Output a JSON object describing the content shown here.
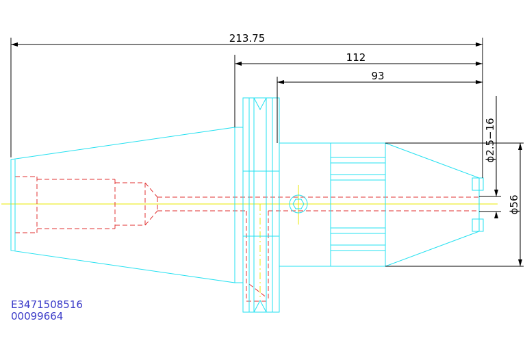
{
  "dimensions": {
    "overall_length": "213.75",
    "flange_to_tip": "112",
    "body_length": "93",
    "clamp_range": "ϕ2.5−16",
    "nose_diameter": "ϕ56"
  },
  "identifiers": {
    "part_number": "E3471508516",
    "order_code": "00099664"
  },
  "colors": {
    "outline": "#22e0f0",
    "hidden": "#e03030",
    "centerline": "#e8e800",
    "dimension": "#000000",
    "code_text": "#3a3ac8"
  }
}
